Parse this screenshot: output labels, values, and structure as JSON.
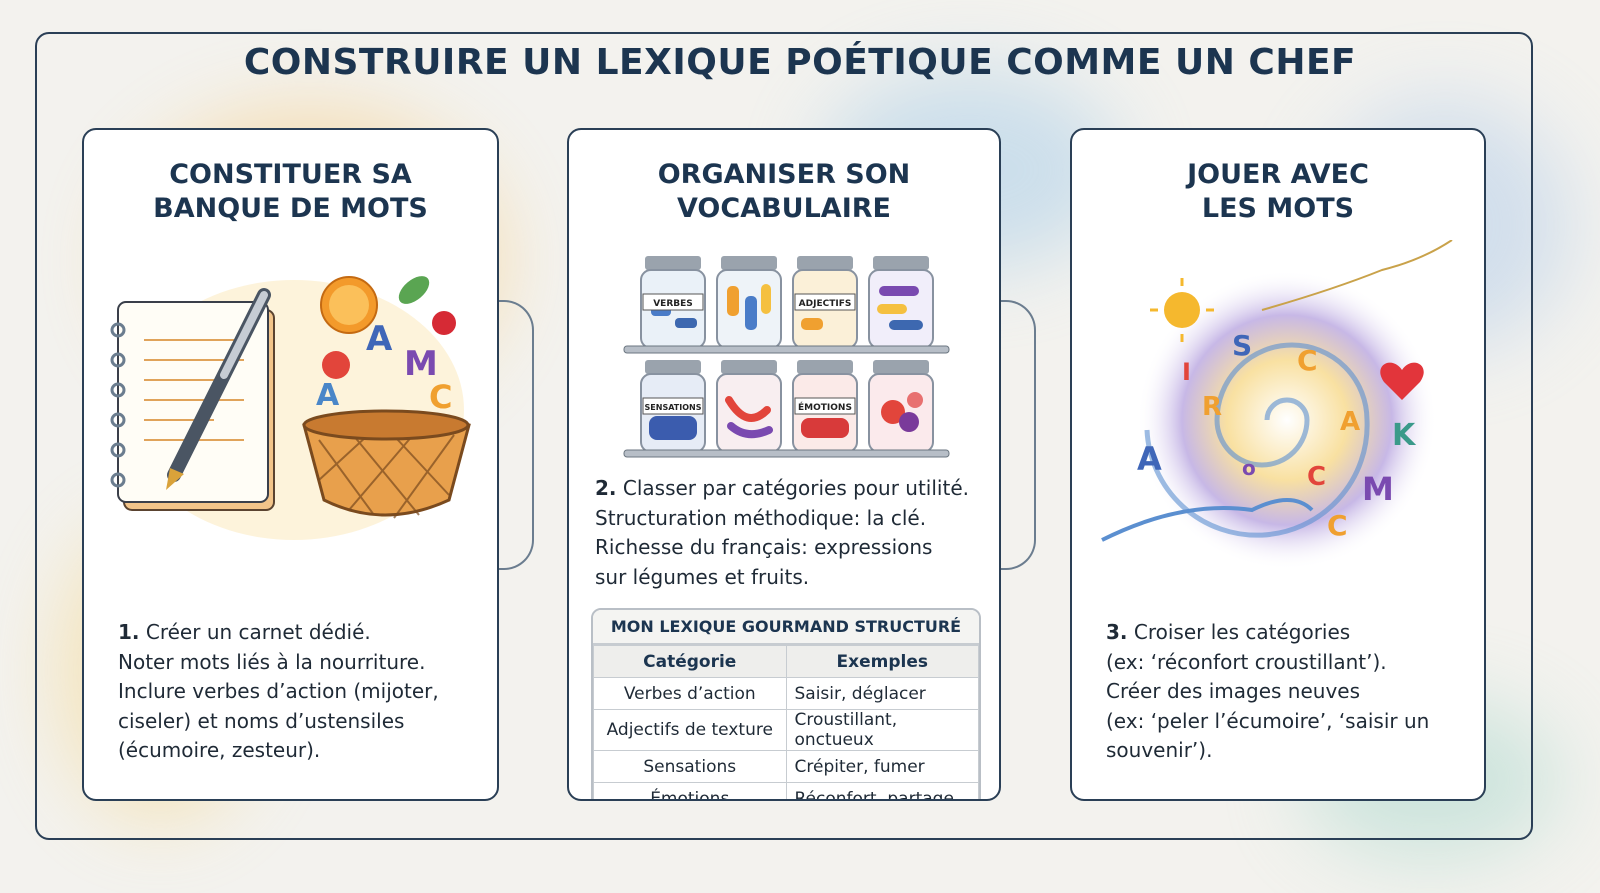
{
  "title": "CONSTRUIRE UN LEXIQUE POÉTIQUE COMME UN CHEF",
  "cards": [
    {
      "heading": [
        "CONSTITUER SA",
        "BANQUE DE MOTS"
      ],
      "number": "1.",
      "lines": [
        "Créer un carnet dédié.",
        "Noter mots liés à la nourriture.",
        "Inclure verbes d’action (mijoter,",
        "ciseler) et noms d’ustensiles",
        "(écumoire, zesteur)."
      ],
      "illustration_letters": [
        "A",
        "M",
        "A",
        "C"
      ]
    },
    {
      "heading": [
        "ORGANISER SON",
        "VOCABULAIRE"
      ],
      "number": "2.",
      "lines": [
        "Classer par catégories pour utilité.",
        "Structuration méthodique: la clé.",
        "Richesse du français: expressions",
        "sur légumes et fruits."
      ],
      "jar_labels": [
        "VERBES",
        "ADJECTIFS",
        "SENSATIONS",
        "ÉMOTIONS"
      ],
      "table": {
        "caption": "MON LEXIQUE GOURMAND STRUCTURÉ",
        "headers": [
          "Catégorie",
          "Exemples"
        ],
        "rows": [
          [
            "Verbes d’action",
            "Saisir, déglacer"
          ],
          [
            "Adjectifs de texture",
            "Croustillant, onctueux"
          ],
          [
            "Sensations",
            "Crépiter, fumer"
          ],
          [
            "Émotions",
            "Réconfort, partage"
          ]
        ]
      }
    },
    {
      "heading": [
        "JOUER AVEC",
        "LES MOTS"
      ],
      "number": "3.",
      "lines": [
        "Croiser les catégories",
        "(ex: ‘réconfort croustillant’).",
        "Créer des images neuves",
        "(ex: ‘peler l’écumoire’, ‘saisir un",
        "souvenir’)."
      ],
      "illustration_letters": [
        "S",
        "C",
        "R",
        "A",
        "K",
        "M",
        "C",
        "A",
        "C",
        "I",
        "o"
      ]
    }
  ],
  "colors": {
    "title": "#1c3550",
    "border": "#2a3f56",
    "accent_orange": "#f0a030",
    "accent_blue": "#5b8fd0"
  }
}
